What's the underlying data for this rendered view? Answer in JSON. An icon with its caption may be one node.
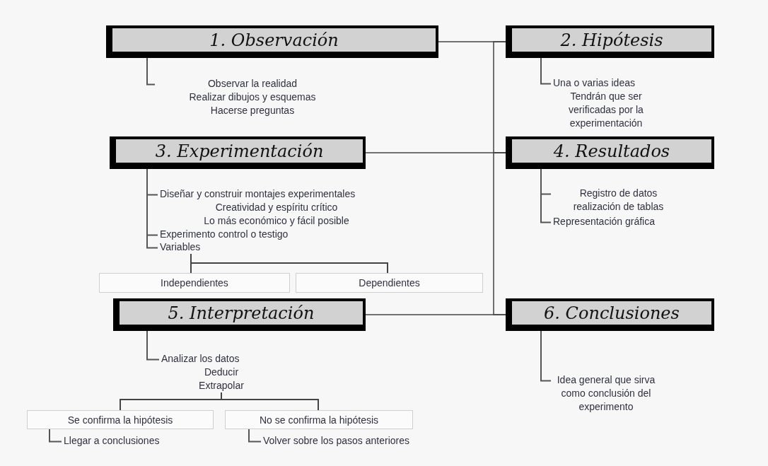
{
  "diagram": {
    "nodes": [
      {
        "text": [
          "1. Observación"
        ]
      },
      {
        "text": [
          "2. Hipótesis"
        ]
      },
      {
        "text": [
          "Observar la realidad",
          "Realizar dibujos y esquemas",
          "Hacerse preguntas"
        ]
      },
      {
        "text": [
          "Una o varias ideas",
          "Tendrán que ser verificadas por la experimentación"
        ]
      },
      {
        "text": [
          "3. Experimentación"
        ]
      },
      {
        "text": [
          "4. Resultados"
        ]
      },
      {
        "text": [
          "Diseñar y construir montajes experimentales",
          "Creatividad y espíritu crítico",
          "Lo más económico y fácil posible"
        ]
      },
      {
        "text": [
          "Registro de datos",
          "realización de tablas"
        ]
      },
      {
        "text": [
          "Experimento control o testigo"
        ]
      },
      {
        "text": [
          "Representación gráfica"
        ]
      },
      {
        "text": [
          "Variables"
        ]
      },
      {
        "text": [
          "Independientes"
        ]
      },
      {
        "text": [
          "Dependientes"
        ]
      },
      {
        "text": [
          "5. Interpretación"
        ]
      },
      {
        "text": [
          "6. Conclusiones"
        ]
      },
      {
        "text": [
          "Analizar los datos",
          "Deducir",
          "Extrapolar"
        ]
      },
      {
        "text": [
          "Idea general que sirva como conclusión del experimento"
        ]
      },
      {
        "text": [
          "Se confirma la hipótesis"
        ]
      },
      {
        "text": [
          "No se confirma la hipótesis"
        ]
      },
      {
        "text": [
          "Llegar a conclusiones"
        ]
      },
      {
        "text": [
          "Volver sobre los pasos anteriores"
        ]
      }
    ],
    "edges": [
      {
        "from": 0,
        "to": 1,
        "arrow": "none"
      },
      {
        "from": 1,
        "to": 5,
        "arrow": "none"
      },
      {
        "from": 4,
        "to": 5,
        "arrow": "none"
      },
      {
        "from": 5,
        "to": 14,
        "arrow": "none"
      },
      {
        "from": 13,
        "to": 14,
        "arrow": "none"
      },
      {
        "from": 0,
        "to": 2,
        "arrow": "none"
      },
      {
        "from": 1,
        "to": 3,
        "arrow": "none"
      },
      {
        "from": 4,
        "to": 6,
        "arrow": "none"
      },
      {
        "from": 4,
        "to": 8,
        "arrow": "none"
      },
      {
        "from": 4,
        "to": 10,
        "arrow": "none"
      },
      {
        "from": 5,
        "to": 7,
        "arrow": "none"
      },
      {
        "from": 5,
        "to": 9,
        "arrow": "none"
      },
      {
        "from": 10,
        "to": 11,
        "arrow": "none"
      },
      {
        "from": 10,
        "to": 12,
        "arrow": "none"
      },
      {
        "from": 13,
        "to": 15,
        "arrow": "none"
      },
      {
        "from": 14,
        "to": 16,
        "arrow": "none"
      },
      {
        "from": 15,
        "to": 17,
        "arrow": "none"
      },
      {
        "from": 15,
        "to": 18,
        "arrow": "none"
      },
      {
        "from": 17,
        "to": 19,
        "arrow": "none"
      },
      {
        "from": 18,
        "to": 20,
        "arrow": "none"
      }
    ]
  }
}
